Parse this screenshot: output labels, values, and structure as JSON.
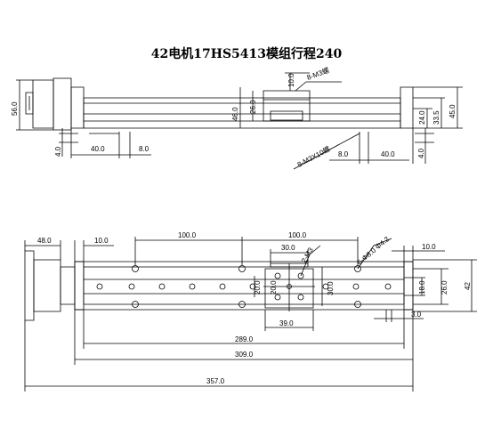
{
  "title": "42电机17HS5413模组行程240",
  "top_view": {
    "dims": {
      "d10": "10.0",
      "d26": "26.0",
      "d46": "46.0",
      "d56": "56.0",
      "m3_a": "8-M3螺",
      "m3_b": "8-M3X10螺",
      "d24": "24.0",
      "d33_5": "33.5",
      "d45": "45.0",
      "d40_l": "40.0",
      "d8_l": "8.0",
      "d4_l": "4.0",
      "d8_r": "8.0",
      "d40_r": "40.0",
      "d4_r": "4.0"
    }
  },
  "plan_view": {
    "dims": {
      "d48": "48.0",
      "d10_l": "10.0",
      "d100_a": "100.0",
      "d100_b": "100.0",
      "d10_r": "10.0",
      "d30_top": "30.0",
      "m3_2": "2-M3",
      "phi4": "6-Φ8.0 Φ4.2",
      "d20": "20.0",
      "d20_b": "20.0",
      "d30_side": "30.0",
      "d39": "39.0",
      "d18": "18.0",
      "d26": "26.0",
      "d42": "42",
      "d3": "3.0",
      "d289": "289.0",
      "d309": "309.0",
      "d357": "357.0"
    }
  },
  "colors": {
    "line": "#000000",
    "background": "#ffffff"
  }
}
